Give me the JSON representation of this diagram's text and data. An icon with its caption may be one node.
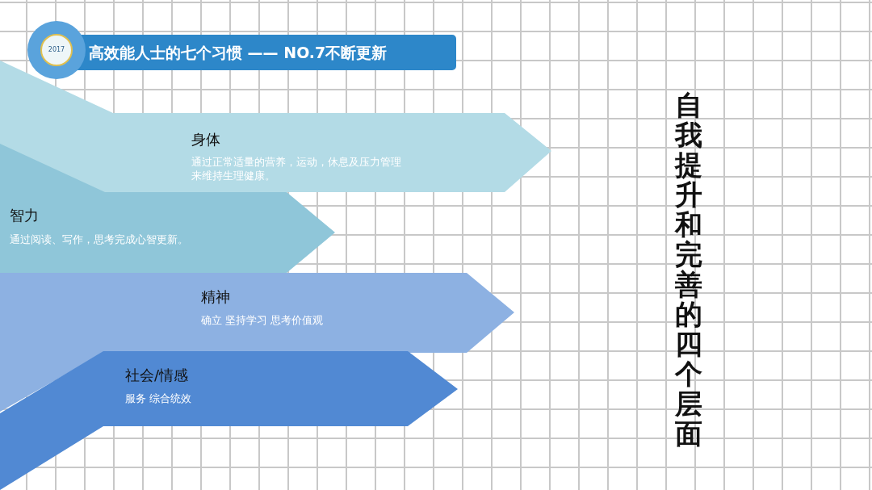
{
  "diagram": {
    "title": "高效能人士的七个习惯 —— NO.7不断更新",
    "nodes": [
      {
        "text": [
          "身体",
          "通过正常适量的营养，运动，休息及压力管理来维持生理健康。"
        ]
      },
      {
        "text": [
          "智力",
          "通过阅读、写作，思考完成心智更新。"
        ]
      },
      {
        "text": [
          "精神",
          "确立 坚持学习 思考价值观"
        ]
      },
      {
        "text": [
          "社会/情感",
          "服务 综合统效"
        ]
      }
    ],
    "labels": [
      "2017",
      "自我提升和完善的四个层面"
    ]
  }
}
